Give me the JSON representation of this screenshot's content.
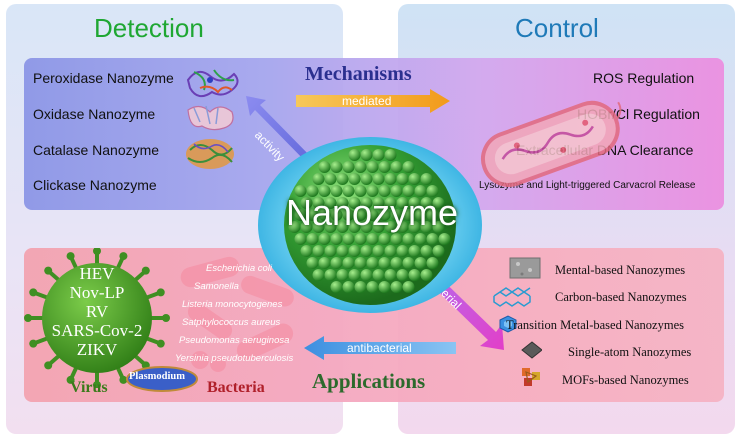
{
  "detection": {
    "title": "Detection",
    "types": [
      "Peroxidase Nanozyme",
      "Oxidase Nanozyme",
      "Catalase Nanozyme",
      "Clickase Nanozyme"
    ]
  },
  "control": {
    "title": "Control",
    "items": [
      "ROS Regulation",
      "HOBr/Cl Regulation",
      "Extracellular DNA Clearance",
      "Lysozyme and Light-triggered Carvacrol Release"
    ]
  },
  "center": {
    "mechanisms": "Mechanisms",
    "nanozyme": "Nanozyme",
    "applications": "Applications"
  },
  "arrows": {
    "mediated": "mediated",
    "activity": "activity",
    "material": "material",
    "antibacterial": "antibacterial"
  },
  "virus": {
    "names": [
      "HEV",
      "Nov-LP",
      "RV",
      "SARS-Cov-2",
      "ZIKV"
    ],
    "label": "Virus"
  },
  "plasmodium": "Plasmodium",
  "bacteria": {
    "names": [
      "Escherichia coli",
      "Samonella",
      "Listeria monocytogenes",
      "Satphylococcus aureus",
      "Pseudomonas aeruginosa",
      "Yersinia pseudotuberculosis"
    ],
    "label": "Bacteria"
  },
  "materials": [
    "Mental-based Nanozymes",
    "Carbon-based Nanozymes",
    "Transition Metal-based Nanozymes",
    "Single-atom Nanozymes",
    "MOFs-based Nanozymes"
  ],
  "colors": {
    "detection_title": "#1fa733",
    "control_title": "#1f7ab8",
    "mediated_arrow": "#f5a623",
    "activity_arrow": "#6b6fe0",
    "material_arrow": "#d63fc9",
    "antibacterial_arrow": "#4f9fe6",
    "virus_green": "#3f9a22",
    "nanozyme_green": "#2f9e2f",
    "halo_cyan": "#52c6ea"
  }
}
